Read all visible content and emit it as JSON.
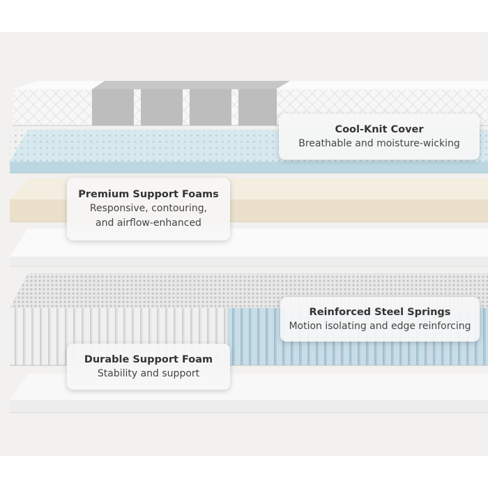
{
  "colors": {
    "cover": "#f7f7f7",
    "cover_bands": "#b9b9b9",
    "comfort_foam": "#cfe2ea",
    "support_foam": "#efe7d6",
    "base_foam": "#f3f2f0",
    "springs_grey": "#d6d6d6",
    "springs_blue": "#b8d2df",
    "callout_bg": "#f6f6f6"
  },
  "callouts": {
    "cover": {
      "title": "Cool-Knit Cover",
      "subtitle": "Breathable and moisture-wicking"
    },
    "foams": {
      "title": "Premium Support Foams",
      "line1": "Responsive, contouring,",
      "line2": "and airflow-enhanced"
    },
    "springs": {
      "title": "Reinforced Steel Springs",
      "subtitle": "Motion isolating and edge reinforcing"
    },
    "base": {
      "title": "Durable Support Foam",
      "subtitle": "Stability and support"
    }
  }
}
